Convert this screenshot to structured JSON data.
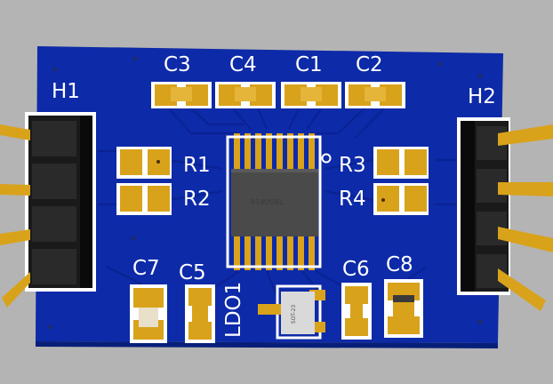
{
  "board": {
    "colors": {
      "background": "#b4b4b4",
      "pcb": "#0d2aa8",
      "pcb_edge": "#08207f",
      "pad_gold": "#d9a21b",
      "silkscreen": "#ffffff",
      "chip_body": "#4a4a4a",
      "header_plastic": "#1a1a1a"
    }
  },
  "labels": {
    "h1": "H1",
    "h2": "H2",
    "c1": "C1",
    "c2": "C2",
    "c3": "C3",
    "c4": "C4",
    "c5": "C5",
    "c6": "C6",
    "c7": "C7",
    "c8": "C8",
    "r1": "R1",
    "r2": "R2",
    "r3": "R3",
    "r4": "R4",
    "ldo": "LDO1"
  },
  "chip_marking": "TBSOP16",
  "ldo_marking": "SOT-23"
}
